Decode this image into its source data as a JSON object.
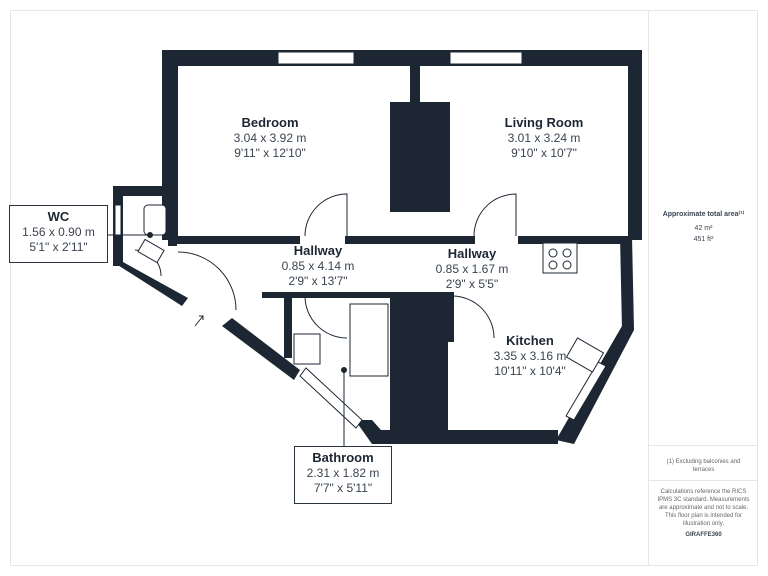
{
  "rooms": {
    "bedroom": {
      "name": "Bedroom",
      "metric": "3.04 x 3.92 m",
      "imperial": "9'11\" x 12'10\""
    },
    "living": {
      "name": "Living Room",
      "metric": "3.01 x 3.24 m",
      "imperial": "9'10\" x 10'7\""
    },
    "hallway1": {
      "name": "Hallway",
      "metric": "0.85 x 4.14 m",
      "imperial": "2'9\" x 13'7\""
    },
    "hallway2": {
      "name": "Hallway",
      "metric": "0.85 x 1.67 m",
      "imperial": "2'9\" x 5'5\""
    },
    "kitchen": {
      "name": "Kitchen",
      "metric": "3.35 x 3.16 m",
      "imperial": "10'11\" x 10'4\""
    },
    "wc": {
      "name": "WC",
      "metric": "1.56 x 0.90 m",
      "imperial": "5'1\" x 2'11\""
    },
    "bathroom": {
      "name": "Bathroom",
      "metric": "2.31 x 1.82 m",
      "imperial": "7'7\" x 5'11\""
    }
  },
  "panel": {
    "area_title": "Approximate total area⁽¹⁾",
    "area_m2": "42 m²",
    "area_ft2": "451 ft²",
    "footnote": "(1) Excluding balconies and terraces",
    "disclaimer": "Calculations reference the RICS IPMS 3C standard. Measurements are approximate and not to scale. This floor plan is intended for illustration only.",
    "brand": "GIRAFFE360"
  },
  "colors": {
    "wall": "#1d2733",
    "window": "#ffffff",
    "text": "#1d2733"
  }
}
